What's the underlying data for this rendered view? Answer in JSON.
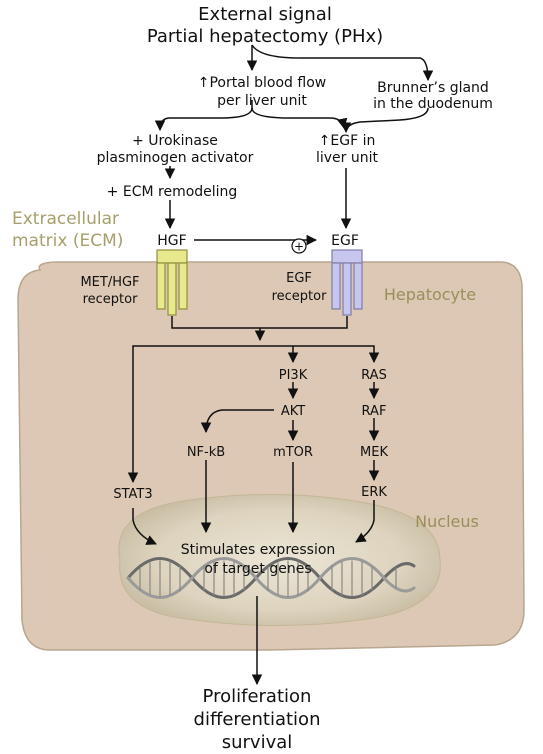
{
  "title": {
    "line1": "External signal",
    "line2": "Partial hepatectomy (PHx)"
  },
  "upstream": {
    "portal_line1": "↑Portal blood flow",
    "portal_line2": "per liver unit",
    "brunner_line1": "Brunner’s gland",
    "brunner_line2": "in the duodenum",
    "urokinase_line1": "+ Urokinase",
    "urokinase_line2": "plasminogen activator",
    "egf_liver_line1": "↑EGF in",
    "egf_liver_line2": "liver unit",
    "ecm_remodeling": "+ ECM remodeling"
  },
  "ecm": {
    "line1": "Extracellular",
    "line2": "matrix (ECM)"
  },
  "ligands": {
    "hgf": "HGF",
    "egf": "EGF",
    "plus": "+"
  },
  "receptors": {
    "met_line1": "MET/HGF",
    "met_line2": "receptor",
    "egf_line1": "EGF",
    "egf_line2": "receptor"
  },
  "cell": {
    "hepatocyte": "Hepatocyte",
    "nucleus": "Nucleus"
  },
  "pathway": {
    "pi3k": "PI3K",
    "akt": "AKT",
    "nfkb": "NF-kB",
    "mtor": "mTOR",
    "ras": "RAS",
    "raf": "RAF",
    "mek": "MEK",
    "erk": "ERK",
    "stat3": "STAT3"
  },
  "nucleus_text": {
    "line1": "Stimulates expression",
    "line2": "of target genes"
  },
  "outcome": {
    "line1": "Proliferation",
    "line2": "differentiation",
    "line3": "survival"
  },
  "colors": {
    "cell_fill": "#dcc8b4",
    "nucleus_fill": "#d4ccb3",
    "met_receptor": "#e8e88e",
    "egf_receptor": "#c7c6ee",
    "olive_label": "#a79f6a"
  }
}
